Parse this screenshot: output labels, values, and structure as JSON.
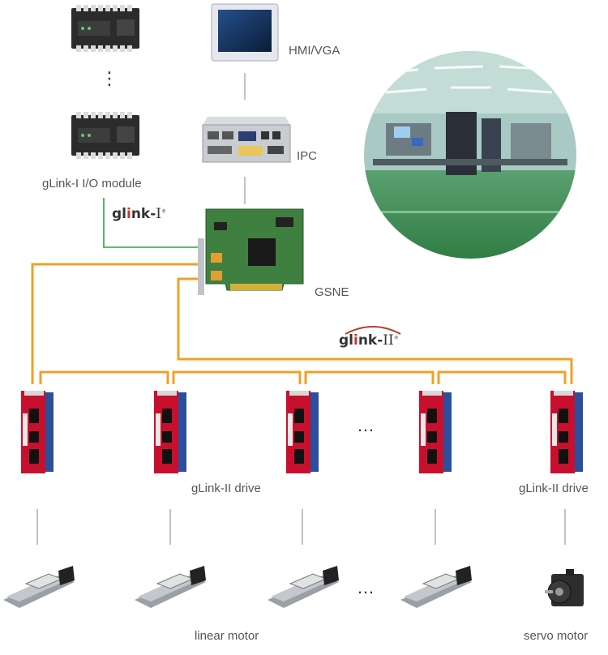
{
  "labels": {
    "hmi": "HMI/VGA",
    "ipc": "IPC",
    "io_module": "gLink-I I/O module",
    "gsne": "GSNE",
    "drive_mid": "gLink-II drive",
    "drive_right": "gLink-II drive",
    "linear_motor": "linear motor",
    "servo_motor": "servo motor"
  },
  "logos": {
    "glink1": {
      "pre": "gl",
      "accent": "i",
      "post": "nk-",
      "suffix": "I"
    },
    "glink2": {
      "pre": "gl",
      "accent": "i",
      "post": "nk-",
      "suffix": "II"
    }
  },
  "ellipsis": {
    "vertical": "⋮",
    "horizontal": "…"
  },
  "colors": {
    "glink2_bus": "#f0a028",
    "glink1_link": "#3a9e3a",
    "connector": "#999999",
    "drive_body": "#c8102e",
    "drive_side": "#2a4f9c"
  }
}
